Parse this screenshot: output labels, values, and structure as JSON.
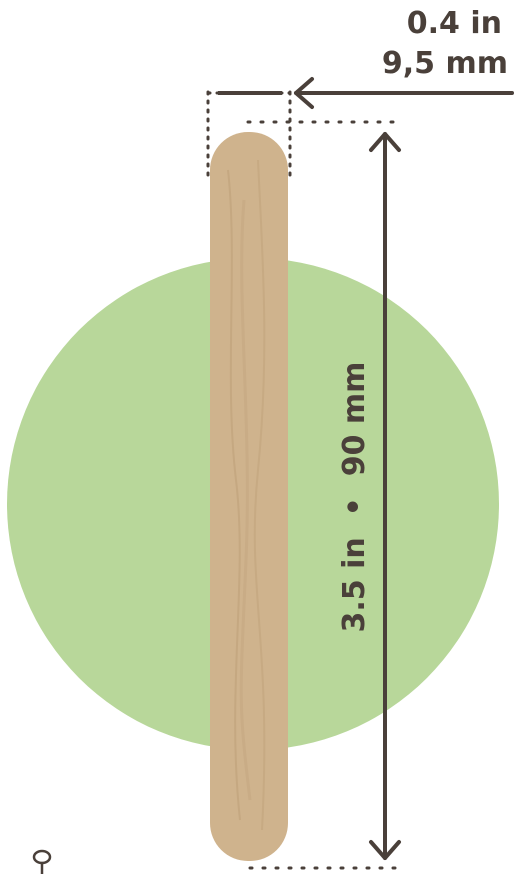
{
  "colors": {
    "circle": "#b8d79a",
    "stick": "#cfb38d",
    "stick_grain": "#bd9f78",
    "ink": "#4a403a",
    "background": "#ffffff"
  },
  "width_dimension": {
    "imperial": "0.4 in",
    "metric": "9,5 mm"
  },
  "length_dimension": {
    "label": "3.5 in  •  90 mm"
  },
  "corner_icon": "balloon-outline-icon"
}
